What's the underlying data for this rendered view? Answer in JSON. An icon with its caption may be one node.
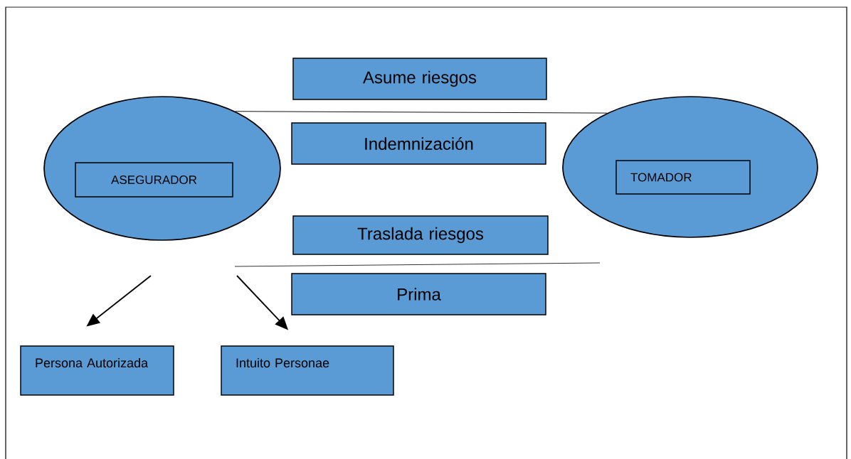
{
  "diagram": {
    "nodes": [
      {
        "text": [],
        "shape": "ellipse"
      },
      {
        "text": [
          "ASEGURADOR"
        ],
        "in": 0
      },
      {
        "text": [],
        "shape": "ellipse"
      },
      {
        "text": [
          "TOMADOR"
        ],
        "in": 2
      },
      {
        "text": [
          "Asume riesgos"
        ]
      },
      {
        "text": [
          "Indemnización"
        ]
      },
      {
        "text": [
          "Traslada riesgos"
        ]
      },
      {
        "text": [
          "Prima"
        ]
      },
      {
        "text": [
          "Persona Autorizada"
        ]
      },
      {
        "text": [
          "Intuito  Personae"
        ]
      }
    ],
    "edges": [
      {
        "from": 0,
        "to": 2,
        "arrow": "none"
      },
      {
        "from": null,
        "to": 8,
        "arrow": "to"
      },
      {
        "from": null,
        "to": 9,
        "arrow": "to"
      }
    ]
  }
}
